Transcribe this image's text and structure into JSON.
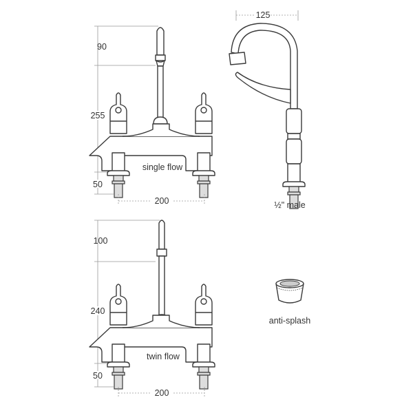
{
  "single_flow": {
    "label": "single flow",
    "dims": {
      "spout": "90",
      "height": "255",
      "tail": "50",
      "centres": "200"
    }
  },
  "twin_flow": {
    "label": "twin flow",
    "dims": {
      "spout": "100",
      "height": "240",
      "tail": "50",
      "centres": "200"
    }
  },
  "pillar_tap": {
    "label": "½\" male",
    "dims": {
      "reach": "125"
    }
  },
  "anti_splash": {
    "label": "anti-splash"
  },
  "colors": {
    "line": "#3a3a3a",
    "dimension": "#999999",
    "background": "#ffffff"
  }
}
